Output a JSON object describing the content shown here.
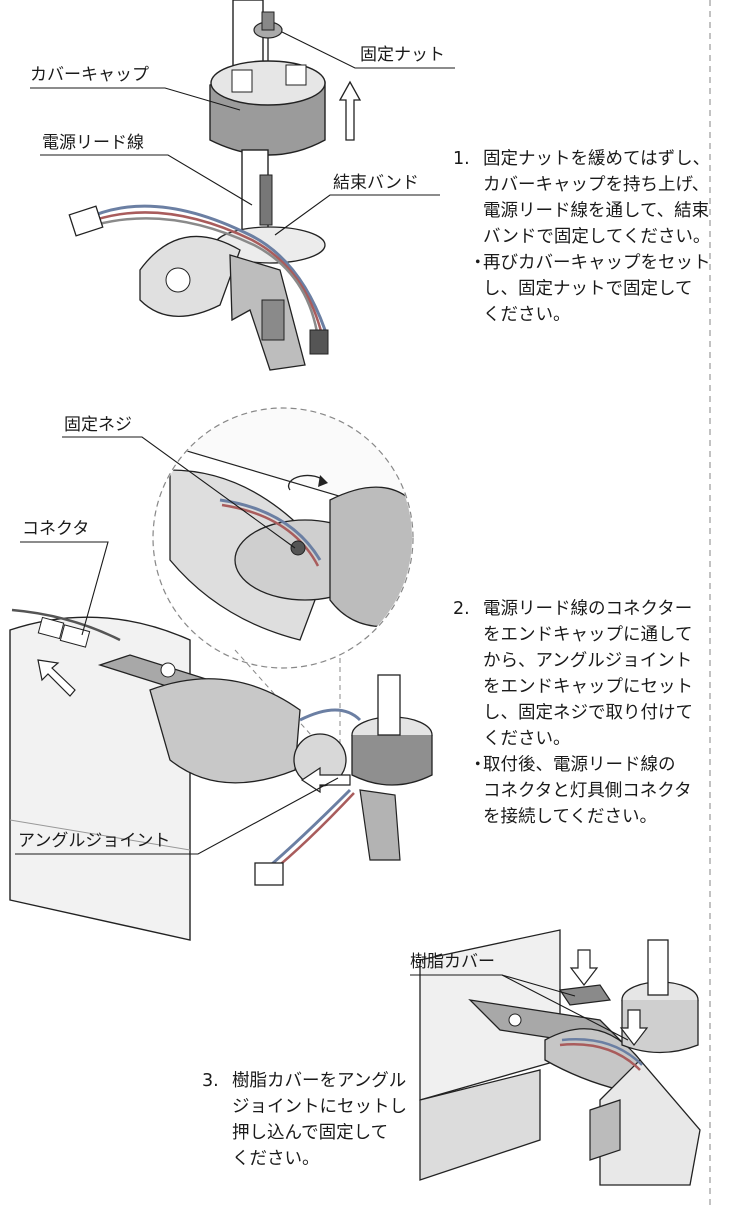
{
  "callouts": {
    "fixing_nut": "固定ナット",
    "cover_cap": "カバーキャップ",
    "power_lead": "電源リード線",
    "cable_tie": "結束バンド",
    "fixing_screw": "固定ネジ",
    "connector": "コネクタ",
    "angle_joint": "アングルジョイント",
    "resin_cover": "樹脂カバー"
  },
  "steps": [
    {
      "number": "1.",
      "lines": [
        "固定ナットを緩めてはずし、",
        "カバーキャップを持ち上げ、",
        "電源リード線を通して、結束",
        "バンドで固定してください。"
      ],
      "note_lines": [
        "再びカバーキャップをセット",
        "し、固定ナットで固定して",
        "ください。"
      ]
    },
    {
      "number": "2.",
      "lines": [
        "電源リード線のコネクター",
        "をエンドキャップに通して",
        "から、アングルジョイント",
        "をエンドキャップにセット",
        "し、固定ネジで取り付けて",
        "ください。"
      ],
      "note_lines": [
        "取付後、電源リード線の",
        "コネクタと灯具側コネクタ",
        "を接続してください。"
      ]
    },
    {
      "number": "3.",
      "lines": [
        "樹脂カバーをアングル",
        "ジョイントにセットし",
        "押し込んで固定して",
        "ください。"
      ]
    }
  ],
  "bullet_symbol": "・"
}
